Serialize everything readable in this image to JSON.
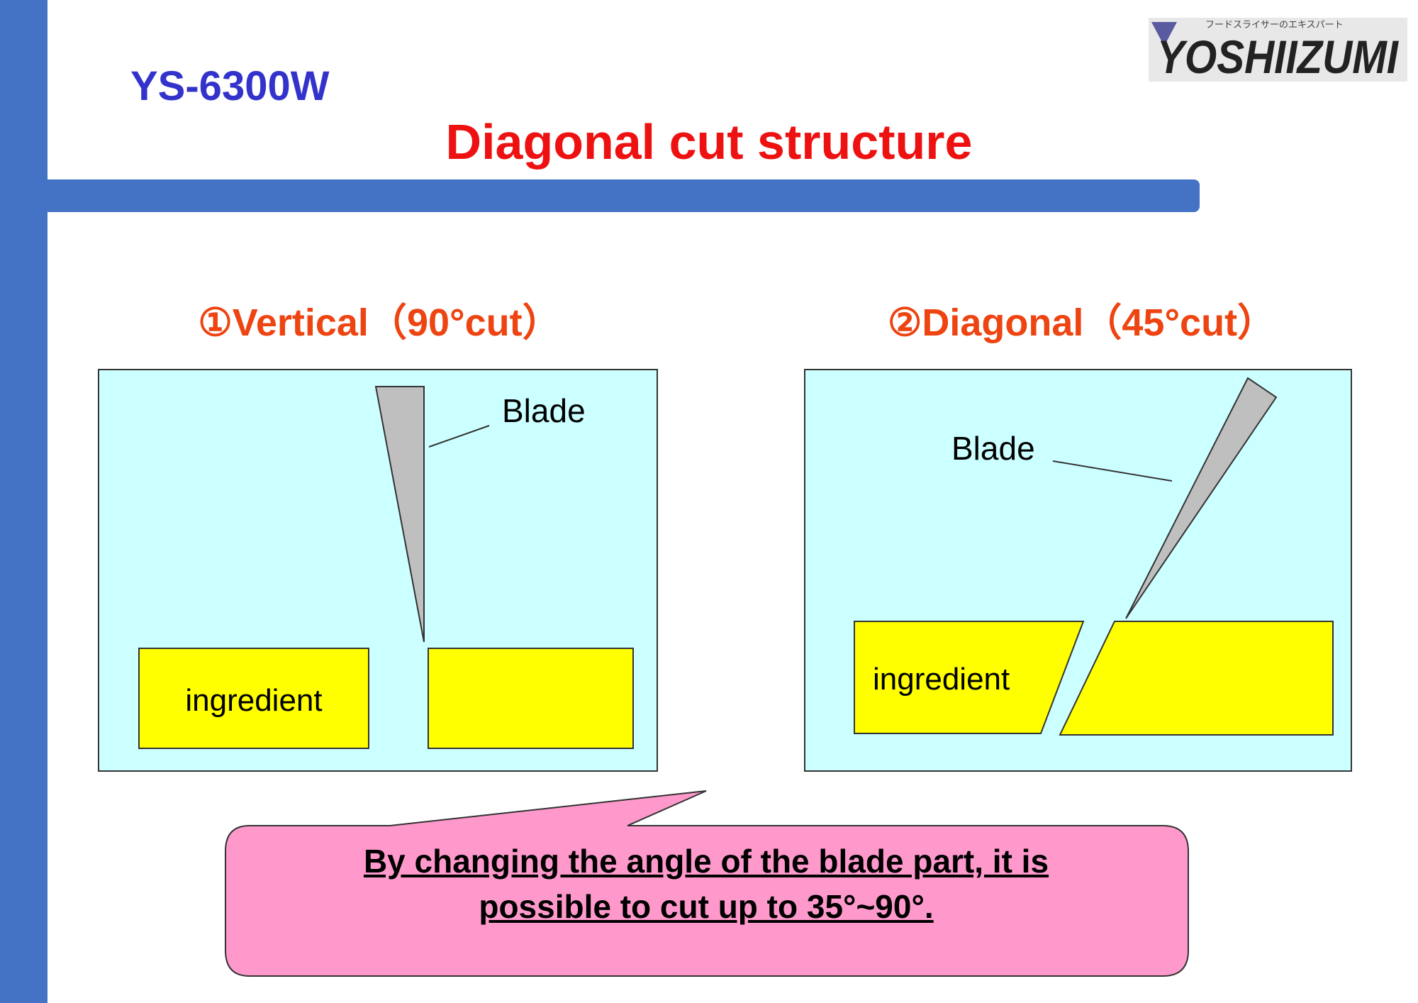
{
  "header": {
    "model": "YS-6300W",
    "title": "Diagonal cut structure",
    "logo_text": "YOSHIIZUMI",
    "logo_tagline": "フードスライサーのエキスパート"
  },
  "panels": [
    {
      "heading": "①Vertical（90°cut）",
      "blade_label": "Blade",
      "ingredient_label": "ingredient"
    },
    {
      "heading": "②Diagonal（45°cut）",
      "blade_label": "Blade",
      "ingredient_label": "ingredient"
    }
  ],
  "note": {
    "line1": "By changing the angle of the blade part, it is",
    "line2": "possible to cut up to 35°~90°."
  },
  "colors": {
    "accent_blue": "#4472c4",
    "title_red": "#ee1111",
    "heading_orange": "#ee4411",
    "panel_bg": "#ccffff",
    "ingredient_yellow": "#ffff00",
    "blade_gray": "#bfbfbf",
    "callout_pink": "#ff99cc"
  }
}
